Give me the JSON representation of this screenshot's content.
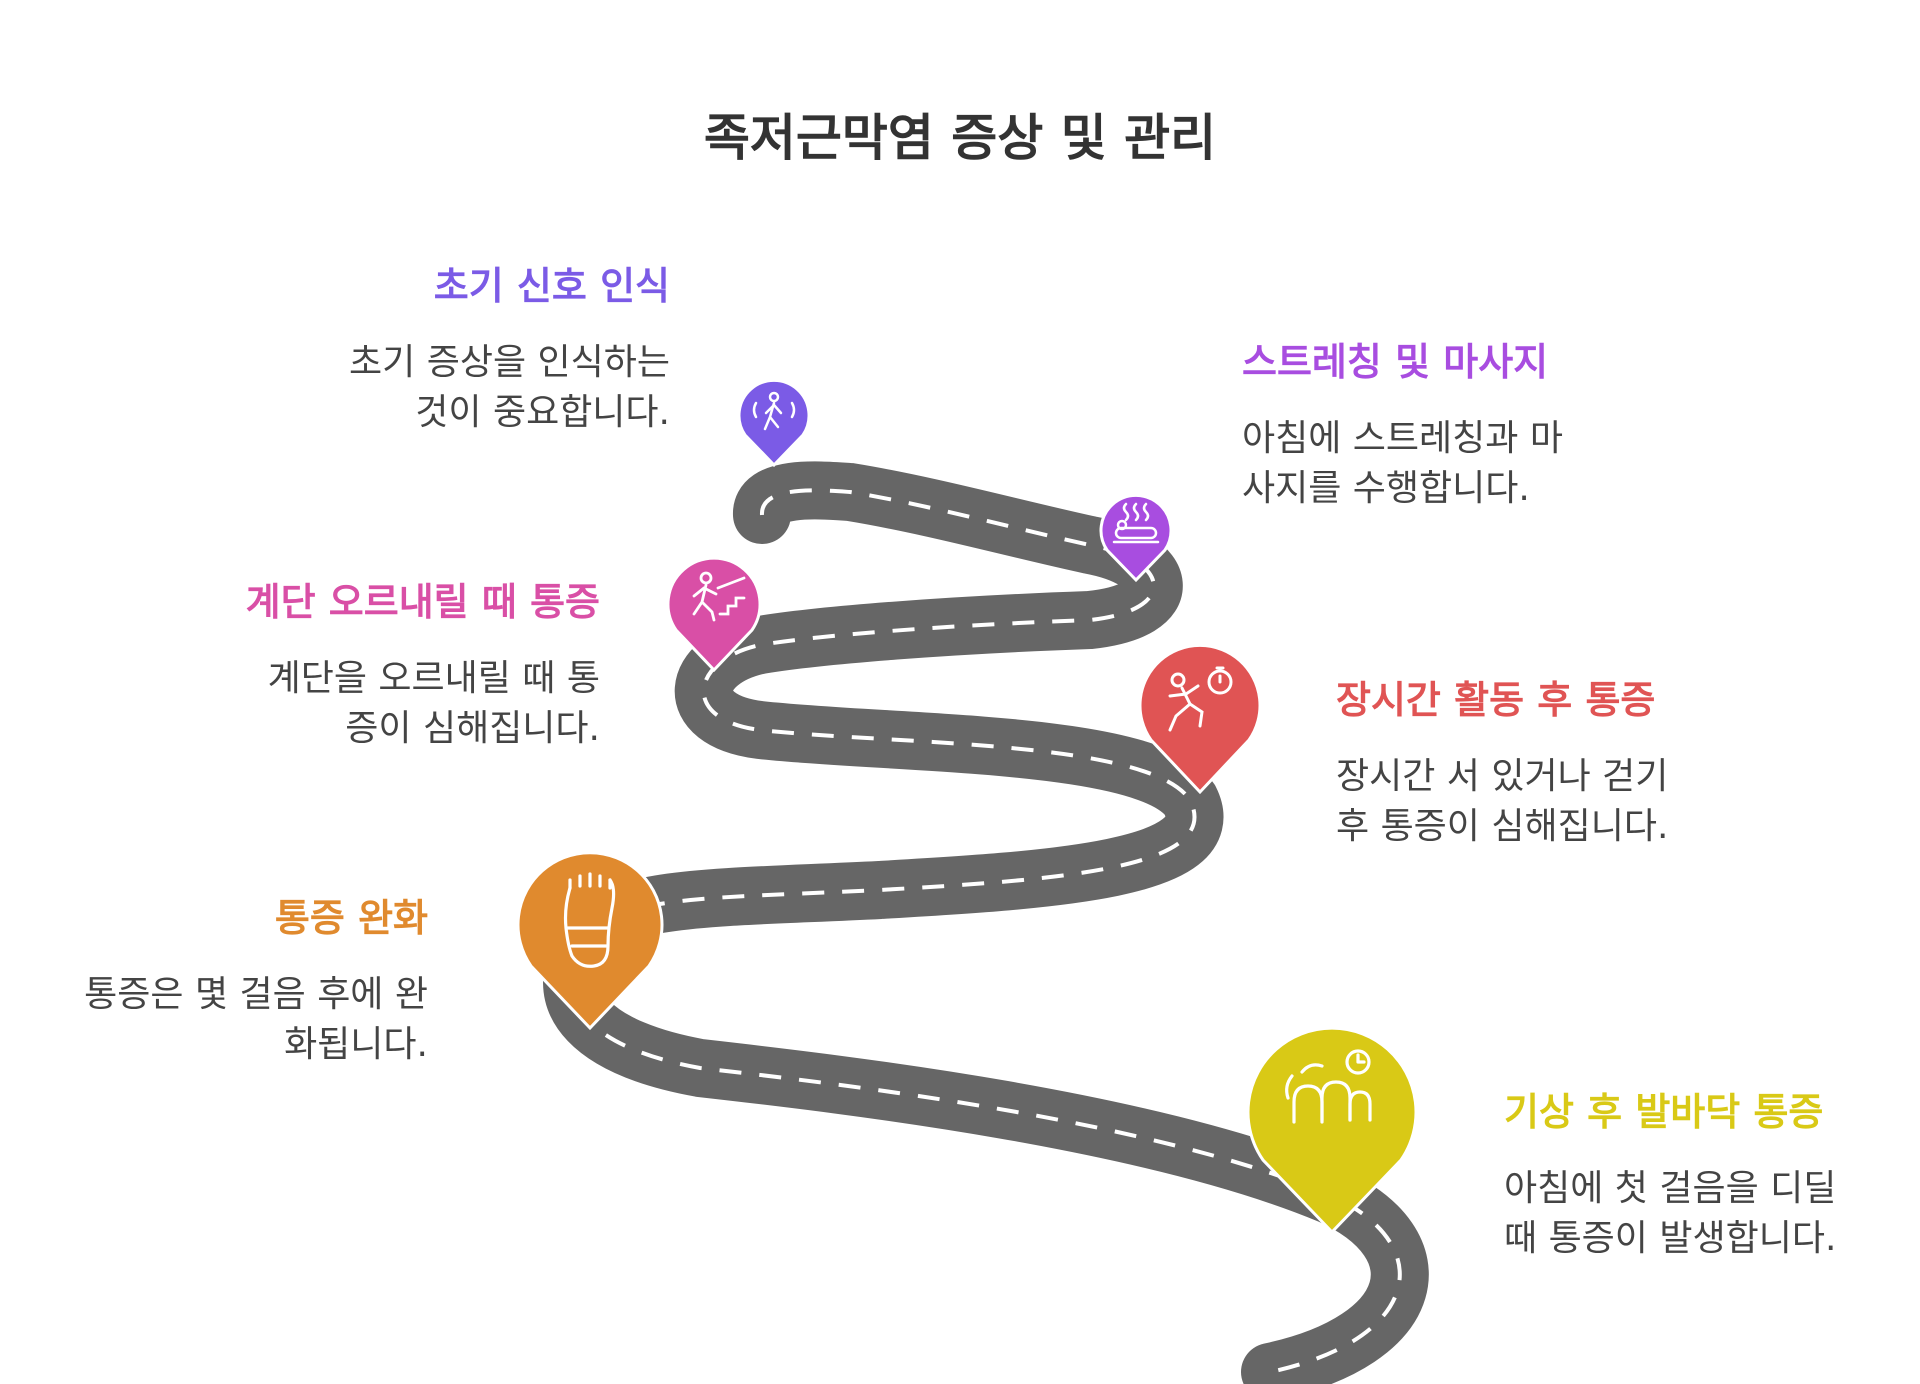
{
  "title": "족저근막염 증상 및 관리",
  "steps": [
    {
      "heading": "초기 신호 인식",
      "desc_line1": "초기 증상을 인식하는",
      "desc_line2": "것이 중요합니다.",
      "color": "#7B5BE6",
      "icon": "walking-person-icon"
    },
    {
      "heading": "스트레칭 및 마사지",
      "desc_line1": "아침에 스트레칭과 마",
      "desc_line2": "사지를 수행합니다.",
      "color": "#A84DE0",
      "icon": "massage-icon"
    },
    {
      "heading": "계단 오르내릴 때 통증",
      "desc_line1": "계단을 오르내릴 때 통",
      "desc_line2": "증이 심해집니다.",
      "color": "#D94FA6",
      "icon": "stairs-climbing-icon"
    },
    {
      "heading": "장시간 활동 후 통증",
      "desc_line1": "장시간 서 있거나 걷기",
      "desc_line2": "후 통증이 심해집니다.",
      "color": "#E05454",
      "icon": "running-timer-icon"
    },
    {
      "heading": "통증 완화",
      "desc_line1": "통증은 몇 걸음 후에 완",
      "desc_line2": "화됩니다.",
      "color": "#E08A2E",
      "icon": "foot-icon"
    },
    {
      "heading": "기상 후 발바닥 통증",
      "desc_line1": "아침에 첫 걸음을 디딜",
      "desc_line2": "때 통증이 발생합니다.",
      "color": "#D9C916",
      "icon": "toes-clock-icon"
    }
  ]
}
